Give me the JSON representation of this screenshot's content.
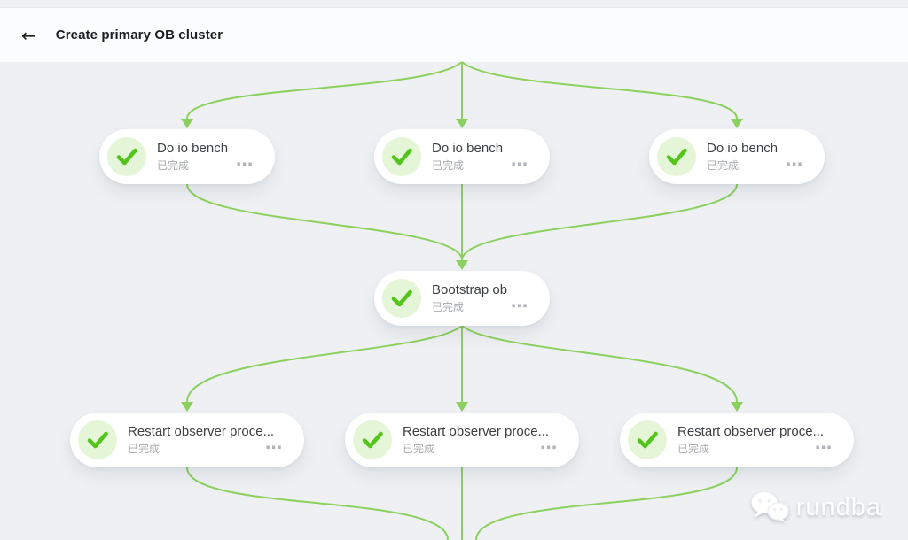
{
  "header": {
    "back_icon": "←",
    "title": "Create primary OB cluster"
  },
  "graph": {
    "nodes": [
      {
        "title": "Do io bench",
        "status": "已完成",
        "more_icon": "⋯"
      },
      {
        "title": "Do io bench",
        "status": "已完成",
        "more_icon": "⋯"
      },
      {
        "title": "Do io bench",
        "status": "已完成",
        "more_icon": "⋯"
      },
      {
        "title": "Bootstrap ob",
        "status": "已完成",
        "more_icon": "⋯"
      },
      {
        "title": "Restart observer proce...",
        "status": "已完成",
        "more_icon": "⋯"
      },
      {
        "title": "Restart observer proce...",
        "status": "已完成",
        "more_icon": "⋯"
      },
      {
        "title": "Restart observer proce...",
        "status": "已完成",
        "more_icon": "⋯"
      }
    ],
    "edges": [
      {
        "from": "upstream",
        "to": "Do io bench (x3)"
      },
      {
        "from": "Do io bench (x3)",
        "to": "Bootstrap ob"
      },
      {
        "from": "Bootstrap ob",
        "to": "Restart observer process (x3)"
      },
      {
        "from": "Restart observer process (x3)",
        "to": "downstream"
      }
    ]
  },
  "colors": {
    "edge_green": "#8cd05f",
    "check_green": "#52c41a",
    "check_circle_bg": "#e4f5d8",
    "canvas_bg": "#eef0f3",
    "header_bg": "#fbfcfd"
  },
  "watermark": {
    "icon": "wechat-icon",
    "text": "rundba"
  }
}
